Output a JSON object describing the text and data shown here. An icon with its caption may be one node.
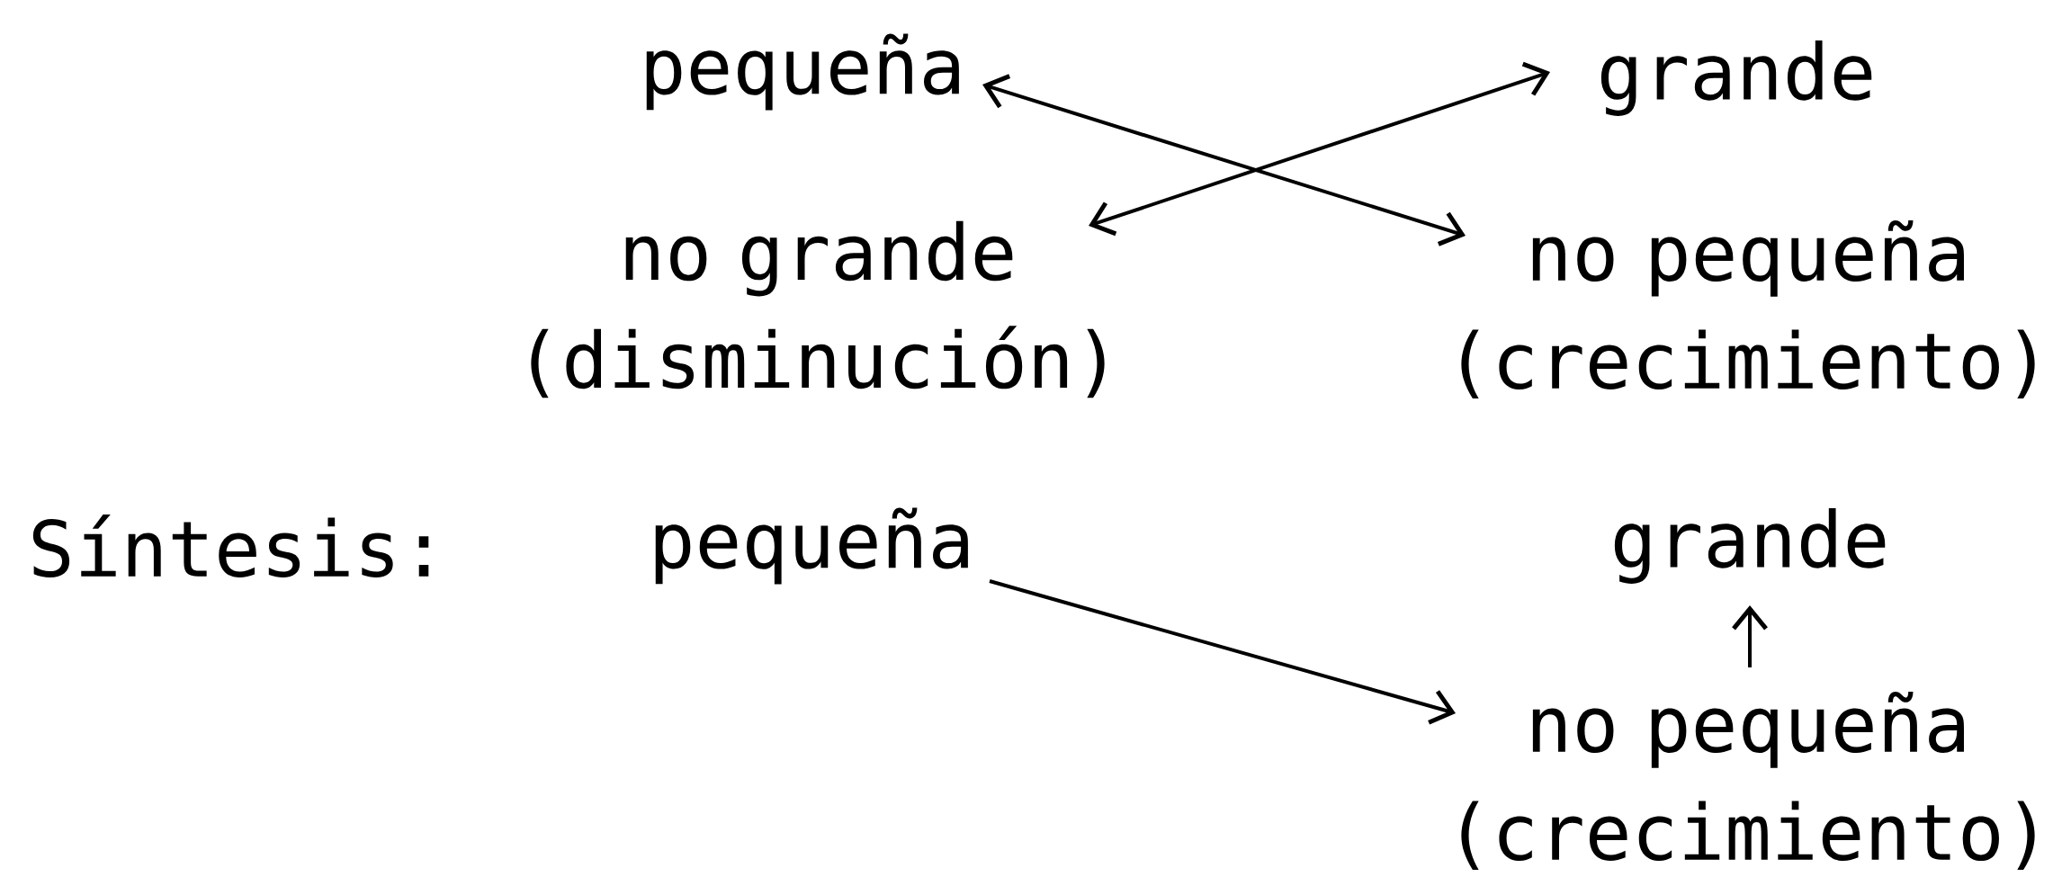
{
  "diagram": {
    "nodes": [
      {
        "text": [
          "pequeña"
        ]
      },
      {
        "text": [
          "grande"
        ]
      },
      {
        "text": [
          "no grande (disminución)"
        ]
      },
      {
        "text": [
          "no pequeña (crecimiento)"
        ]
      },
      {
        "text": [
          "pequeña"
        ]
      },
      {
        "text": [
          "grande"
        ]
      },
      {
        "text": [
          "no pequeña (crecimiento)"
        ]
      }
    ],
    "edges": [
      {
        "from": 0,
        "to": 3,
        "arrow": "both"
      },
      {
        "from": 2,
        "to": 1,
        "arrow": "both"
      },
      {
        "from": 4,
        "to": 6,
        "arrow": "to"
      },
      {
        "from": 6,
        "to": 5,
        "arrow": "to"
      }
    ],
    "labels": [
      "Síntesis:"
    ]
  }
}
